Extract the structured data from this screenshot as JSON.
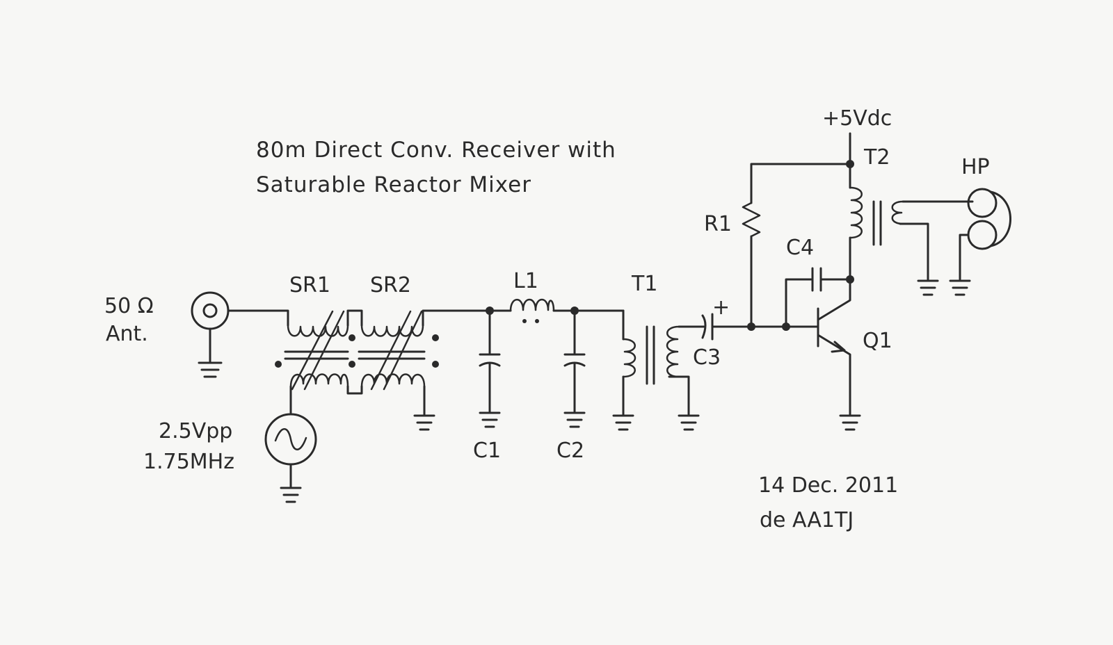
{
  "title": {
    "line1": "80m Direct Conv. Receiver with",
    "line2": "Saturable Reactor Mixer"
  },
  "signature": {
    "date": "14 Dec. 2011",
    "author": "de AA1TJ"
  },
  "labels": {
    "antenna_imp": "50 Ω",
    "antenna": "Ant.",
    "sr1": "SR1",
    "sr2": "SR2",
    "l1": "L1",
    "t1": "T1",
    "c1": "C1",
    "c2": "C2",
    "c3": "C3",
    "c3_plus": "+",
    "c4": "C4",
    "r1": "R1",
    "q1": "Q1",
    "t2": "T2",
    "hp": "HP",
    "supply": "+5Vdc",
    "lo_amp": "2.5Vpp",
    "lo_freq": "1.75MHz"
  }
}
